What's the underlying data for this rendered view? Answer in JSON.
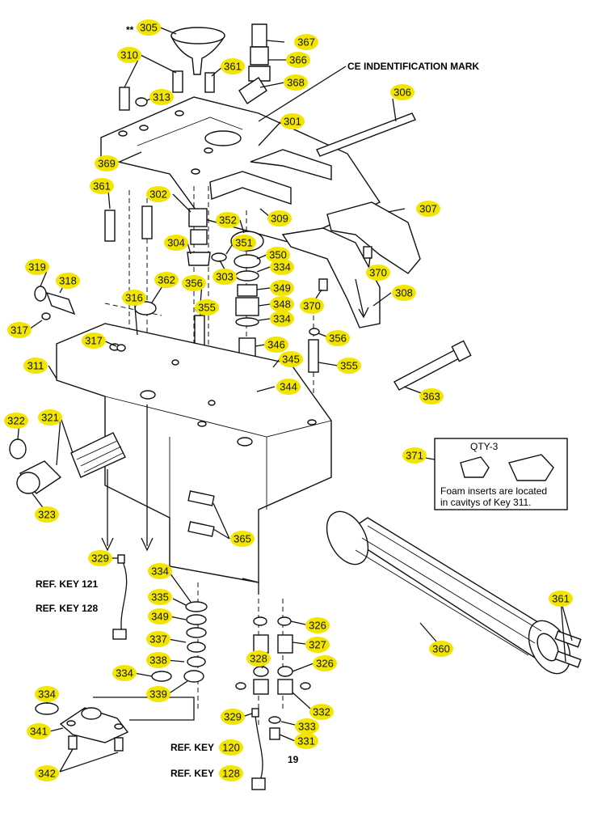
{
  "title_mark": "CE INDENTIFICATION MARK",
  "note_box": {
    "qty": "QTY-3",
    "line1": "Foam inserts are located",
    "line2": "in cavitys of Key 311."
  },
  "page_number": "19",
  "ref_labels": {
    "r121": "REF. KEY 121",
    "r128a": "REF. KEY 128",
    "rkey120": "REF. KEY",
    "rkey128": "REF. KEY"
  },
  "callouts": {
    "c305": "305",
    "c367": "367",
    "c310": "310",
    "c361a": "361",
    "c366": "366",
    "c313": "313",
    "c368": "368",
    "c306": "306",
    "c301": "301",
    "c369": "369",
    "c361b": "361",
    "c302": "302",
    "c309": "309",
    "c307": "307",
    "c352": "352",
    "c304": "304",
    "c351": "351",
    "c350": "350",
    "c370a": "370",
    "c303": "303",
    "c334a": "334",
    "c319": "319",
    "c362": "362",
    "c356a": "356",
    "c349a": "349",
    "c308": "308",
    "c318": "318",
    "c316": "316",
    "c355a": "355",
    "c348": "348",
    "c370b": "370",
    "c317a": "317",
    "c334b": "334",
    "c317b": "317",
    "c356b": "356",
    "c346": "346",
    "c345": "345",
    "c311": "311",
    "c355b": "355",
    "c344": "344",
    "c363": "363",
    "c322": "322",
    "c321": "321",
    "c371": "371",
    "c323": "323",
    "c365": "365",
    "c329a": "329",
    "c334c": "334",
    "c335": "335",
    "c349b": "349",
    "c326a": "326",
    "c337": "337",
    "c327": "327",
    "c338": "338",
    "c361c": "361",
    "c328": "328",
    "c326b": "326",
    "c360": "360",
    "c334d": "334",
    "c339": "339",
    "c334e": "334",
    "c332": "332",
    "c341": "341",
    "c329b": "329",
    "c333": "333",
    "c331": "331",
    "c120": "120",
    "c342": "342",
    "c128": "128"
  },
  "prefix_305": "**",
  "colors": {
    "callout_fill": "#f2e600",
    "line": "#111111"
  }
}
